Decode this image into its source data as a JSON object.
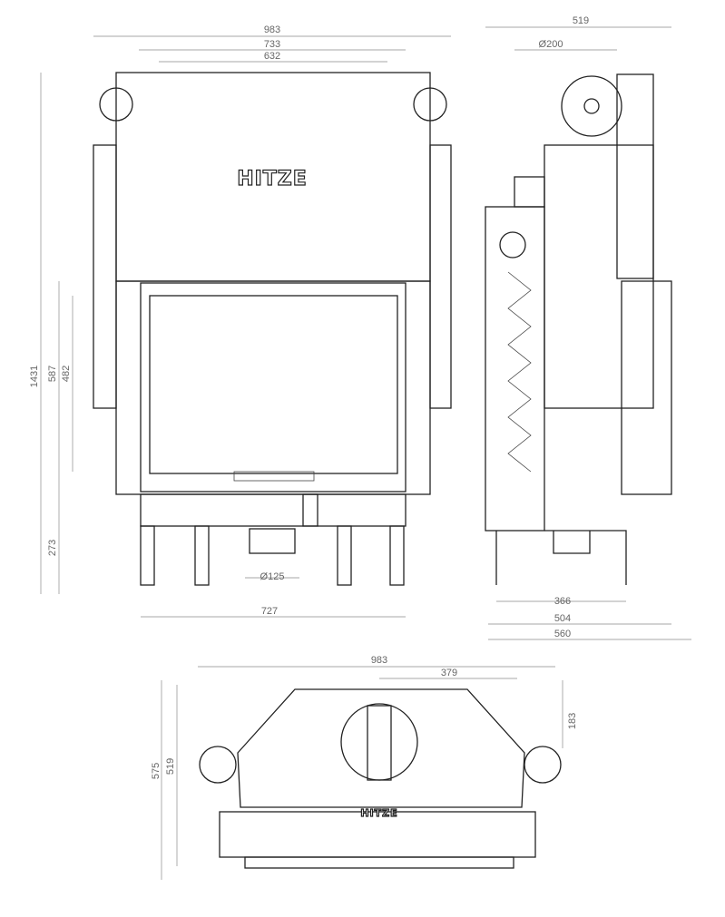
{
  "front_view": {
    "logo": "HITZE",
    "dims": {
      "width_total": "983",
      "width_frame": "733",
      "width_glass": "632",
      "height_total": "1431",
      "height_door": "587",
      "height_glass": "482",
      "height_base": "273",
      "width_base": "727",
      "flue_bottom": "Ø125"
    }
  },
  "side_view": {
    "dims": {
      "depth_top": "519",
      "flue_top": "Ø200",
      "depth_legs": "366",
      "depth_body": "504",
      "depth_total": "560"
    }
  },
  "top_view": {
    "logo": "HITZE",
    "dims": {
      "width_total": "983",
      "flue_offset": "379",
      "flue_depth": "183",
      "depth_total": "575",
      "depth_body": "519"
    }
  }
}
